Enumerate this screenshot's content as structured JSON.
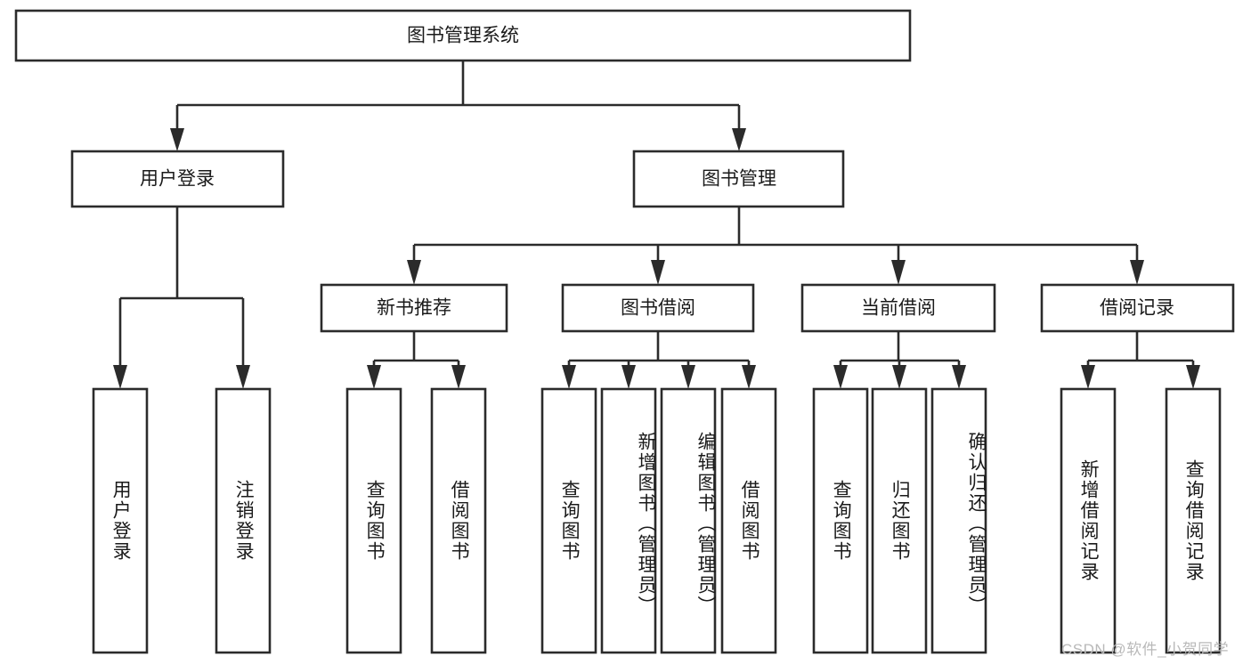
{
  "diagram": {
    "type": "tree-hierarchy",
    "title": "图书管理系统",
    "watermark": "CSDN @软件_小贺同学",
    "colors": {
      "box_stroke": "#2b2b2b",
      "box_fill": "#ffffff",
      "text": "#1a1a1a",
      "background": "#ffffff",
      "watermark": "#b9b9b9"
    },
    "levels": {
      "root": {
        "label": "图书管理系统"
      },
      "level2": [
        {
          "label": "用户登录"
        },
        {
          "label": "图书管理"
        }
      ],
      "level3": [
        {
          "label": "新书推荐"
        },
        {
          "label": "图书借阅"
        },
        {
          "label": "当前借阅"
        },
        {
          "label": "借阅记录"
        }
      ]
    },
    "leaves": {
      "user_login": [
        {
          "label": "用户登录"
        },
        {
          "label": "注销登录"
        }
      ],
      "new_book_recommend": [
        {
          "label": "查询图书"
        },
        {
          "label": "借阅图书"
        }
      ],
      "book_borrow": [
        {
          "label": "查询图书"
        },
        {
          "label": "新增图书（管理员）"
        },
        {
          "label": "编辑图书（管理员）"
        },
        {
          "label": "借阅图书"
        }
      ],
      "current_borrow": [
        {
          "label": "查询图书"
        },
        {
          "label": "归还图书"
        },
        {
          "label": "确认归还（管理员）"
        }
      ],
      "borrow_records": [
        {
          "label": "新增借阅记录"
        },
        {
          "label": "查询借阅记录"
        }
      ]
    }
  }
}
